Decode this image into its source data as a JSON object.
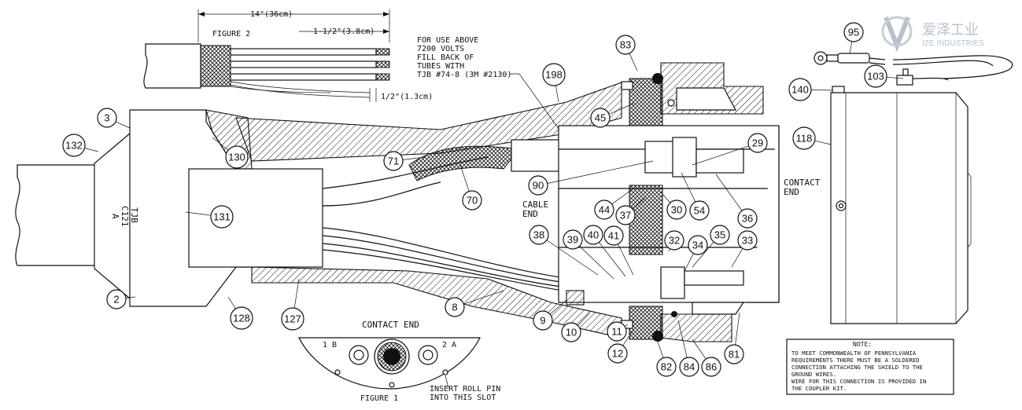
{
  "figure2": {
    "title": "FIGURE 2",
    "dim_total": "14\"(36cm)",
    "dim_strip": "1-1/2\"(3.8cm)",
    "dim_small": "1/2\"(1.3cm)"
  },
  "high_voltage_note": {
    "lines": [
      "FOR USE ABOVE",
      "7200 VOLTS",
      "FILL BACK OF",
      "TUBES WITH",
      "TJB #74-8 (3M #2130)"
    ]
  },
  "coupler_marking": {
    "line1": "TJB",
    "line2": "C121",
    "line3": "A"
  },
  "end_labels": {
    "cable_end": [
      "CABLE",
      "END"
    ],
    "contact_end": [
      "CONTACT",
      "END"
    ]
  },
  "figure1": {
    "heading": "CONTACT END",
    "label_left": "1 B",
    "label_right": "2 A",
    "title": "FIGURE 1",
    "slot_note": [
      "INSERT ROLL PIN",
      "INTO THIS SLOT"
    ]
  },
  "callouts": [
    "2",
    "3",
    "8",
    "9",
    "10",
    "11",
    "12",
    "29",
    "30",
    "32",
    "33",
    "34",
    "35",
    "36",
    "37",
    "38",
    "39",
    "40",
    "41",
    "44",
    "45",
    "54",
    "70",
    "71",
    "81",
    "82",
    "83",
    "84",
    "86",
    "90",
    "95",
    "103",
    "118",
    "127",
    "128",
    "130",
    "131",
    "132",
    "140",
    "198"
  ],
  "note": {
    "heading": "NOTE:",
    "lines": [
      "TO MEET COMMONWEALTH OF PENNSYLVANIA",
      "REQUIREMENTS THERE MUST BE A SOLDERED",
      "CONNECTION ATTACHING THE SHIELD TO THE",
      "GROUND WIRES.",
      "WIRE FOR THIS CONNECTION IS PROVIDED IN",
      "THE COUPLER KIT."
    ]
  },
  "logo": {
    "chinese": "爱泽工业",
    "english": "IZE INDUSTRIES"
  }
}
